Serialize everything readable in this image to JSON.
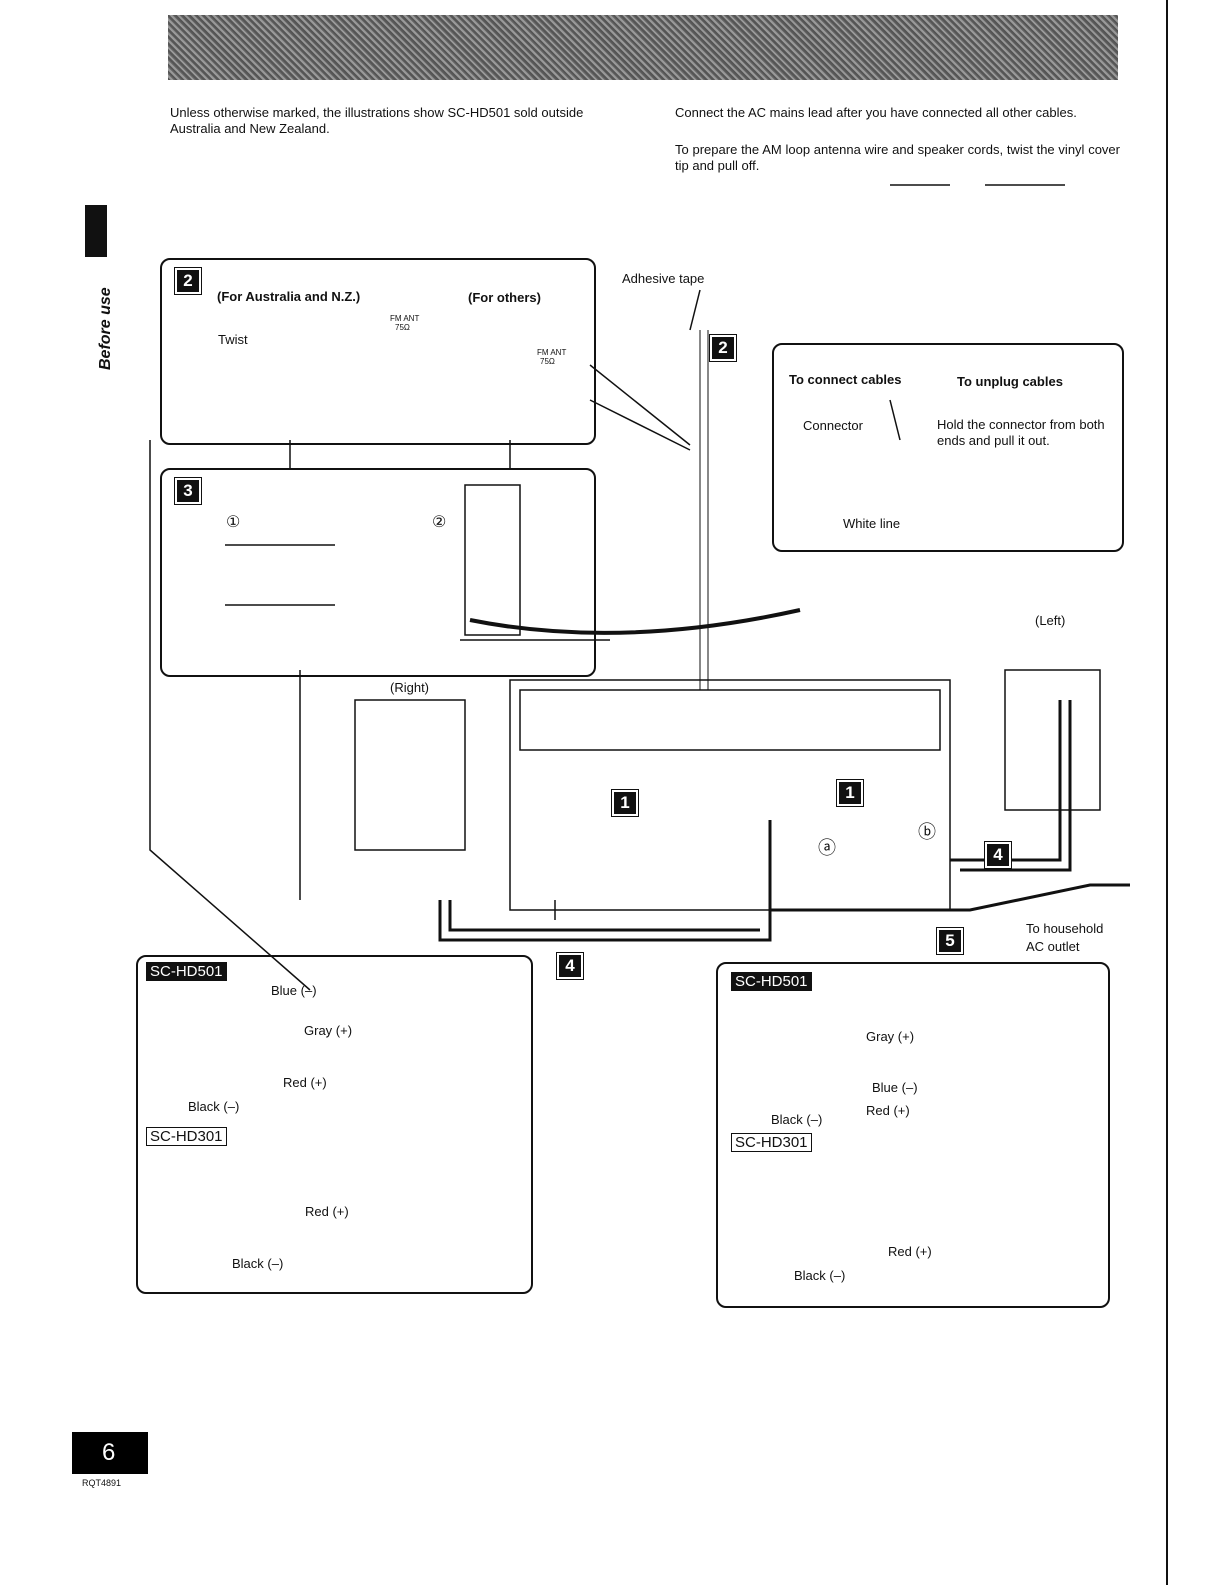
{
  "intro_left": "Unless otherwise marked, the illustrations show SC-HD501 sold outside Australia and New Zealand.",
  "intro_right_1": "Connect the AC mains lead after you have connected all other cables.",
  "intro_right_2": "To prepare the AM loop antenna wire and speaker cords, twist the vinyl cover tip and pull off.",
  "sidebar": "Before use",
  "box2": {
    "step": "2",
    "aus": "(For Australia and N.Z.)",
    "others": "(For others)",
    "twist": "Twist",
    "fm_ant": "FM ANT",
    "ohm": "75Ω"
  },
  "adhesive": "Adhesive tape",
  "connbox": {
    "connect": "To connect cables",
    "unplug": "To unplug cables",
    "connector": "Connector",
    "hold": "Hold the connector from both ends and pull it out.",
    "white_line": "White line"
  },
  "box3": {
    "step": "3",
    "c1": "①",
    "c2": "②"
  },
  "left": "(Left)",
  "right": "(Right)",
  "a": "ⓐ",
  "b": "ⓑ",
  "household": "To household AC outlet",
  "steps": {
    "s1": "1",
    "s2": "2",
    "s4": "4",
    "s5": "5"
  },
  "left_box": {
    "model1": "SC-HD501",
    "blue": "Blue (–)",
    "gray": "Gray (+)",
    "red": "Red (+)",
    "black": "Black (–)",
    "model2": "SC-HD301",
    "red2": "Red (+)",
    "black2": "Black (–)"
  },
  "right_box": {
    "model1": "SC-HD501",
    "gray": "Gray (+)",
    "blue": "Blue (–)",
    "red": "Red (+)",
    "black": "Black (–)",
    "model2": "SC-HD301",
    "red2": "Red (+)",
    "black2": "Black (–)"
  },
  "page_number": "6",
  "doc_code": "RQT4891"
}
